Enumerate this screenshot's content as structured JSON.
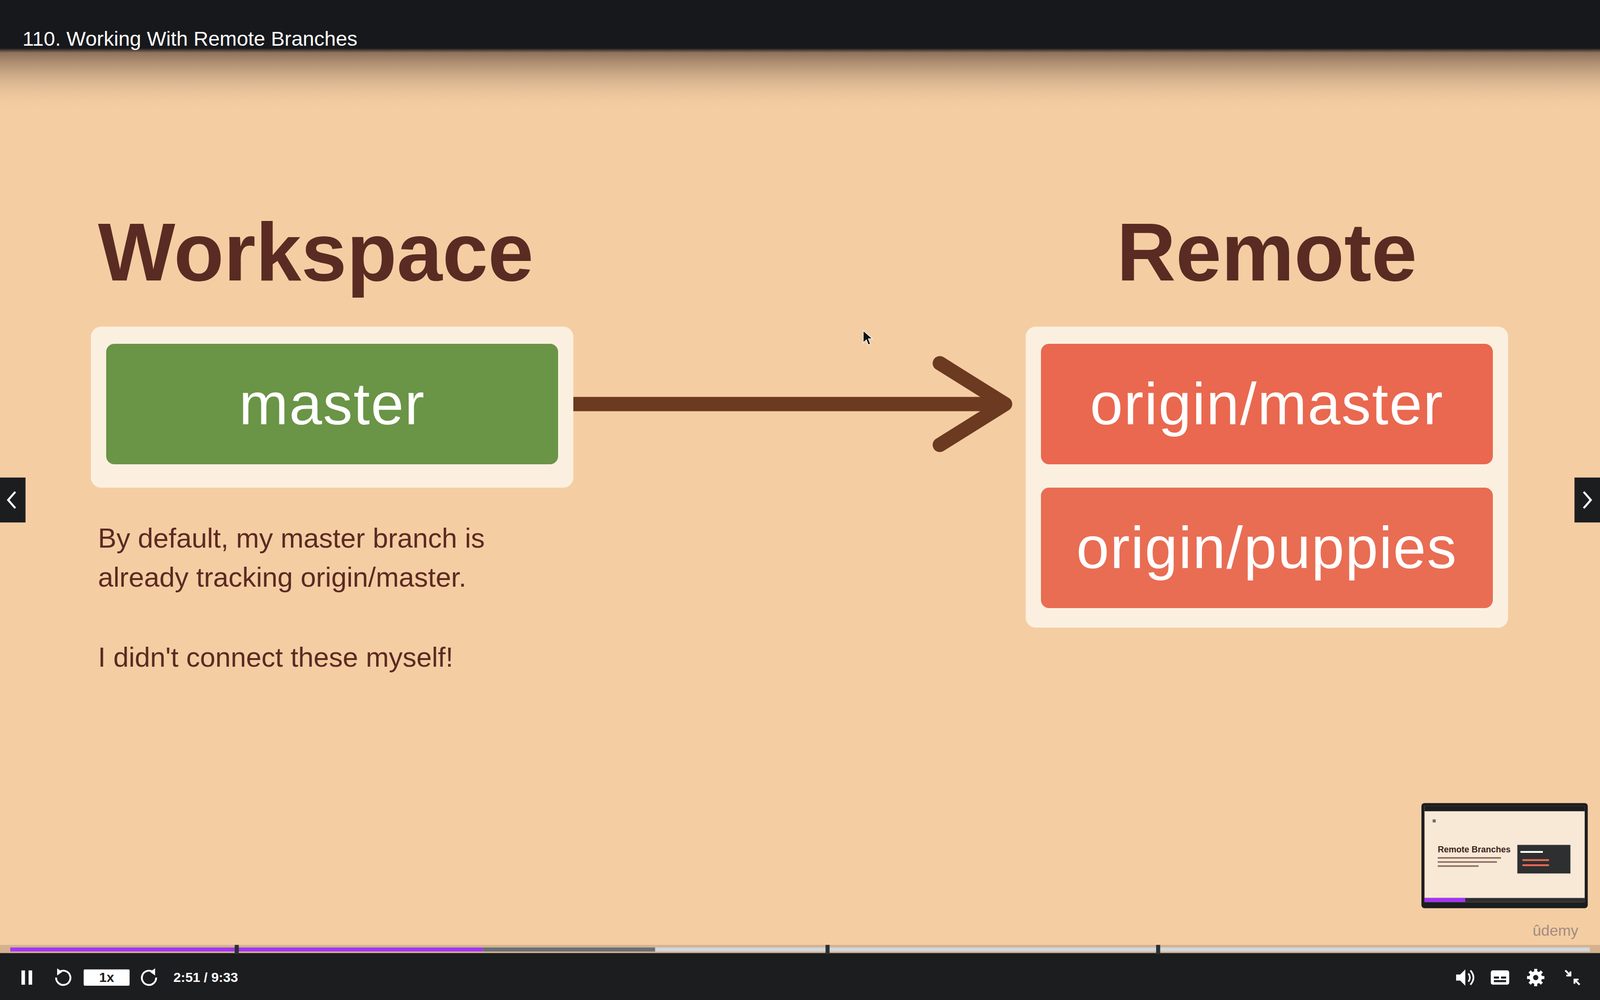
{
  "diagram": {
    "title": "110. Working With Remote Branches",
    "nodes": [
      {
        "text": [
          "Workspace"
        ]
      },
      {
        "text": [
          "master"
        ],
        "in": 0
      },
      {
        "text": [
          "Remote"
        ]
      },
      {
        "text": [
          "origin/master"
        ],
        "in": 2
      },
      {
        "text": [
          "origin/puppies"
        ],
        "in": 2
      }
    ],
    "edges": [
      {
        "from": 0,
        "to": 2,
        "arrow": "to"
      }
    ],
    "labels": [
      "By default, my master branch is already tracking origin/master.",
      "I didn't connect these myself!",
      "1x",
      "2:51 / 9:33",
      "Remote Branches",
      "ûdemy"
    ]
  }
}
